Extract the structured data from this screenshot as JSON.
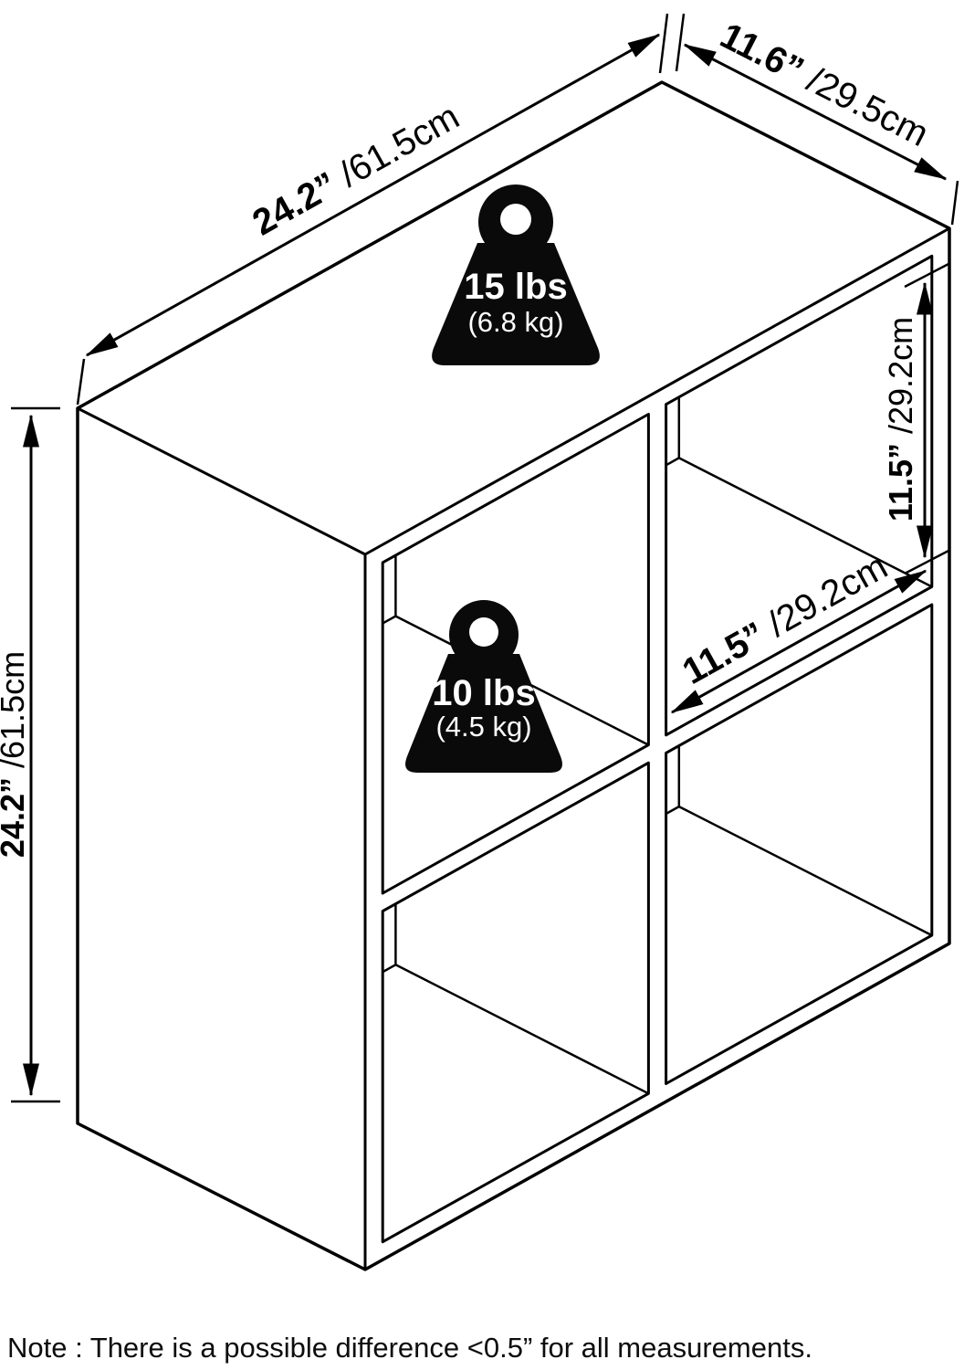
{
  "title": "cube-storage-dimension-diagram",
  "dimensions": {
    "top_width": {
      "value": "24.2”",
      "unit": " /61.5cm"
    },
    "top_depth": {
      "value": "11.6”",
      "unit": " /29.5cm"
    },
    "left_height": {
      "value": "24.2”",
      "unit": " /61.5cm"
    },
    "cube_height": {
      "value": "11.5”",
      "unit": " /29.2cm"
    },
    "cube_width": {
      "value": "11.5”",
      "unit": " /29.2cm"
    }
  },
  "weights": {
    "top_panel": {
      "pounds": "15 lbs",
      "kilograms": "(6.8 kg)"
    },
    "shelf": {
      "pounds": "10 lbs",
      "kilograms": "(4.5 kg)"
    }
  },
  "note": "Note : There is a possible difference <0.5” for all measurements.",
  "colors": {
    "line": "#000000",
    "weight_fill": "#0a0a0a",
    "background": "#ffffff"
  }
}
